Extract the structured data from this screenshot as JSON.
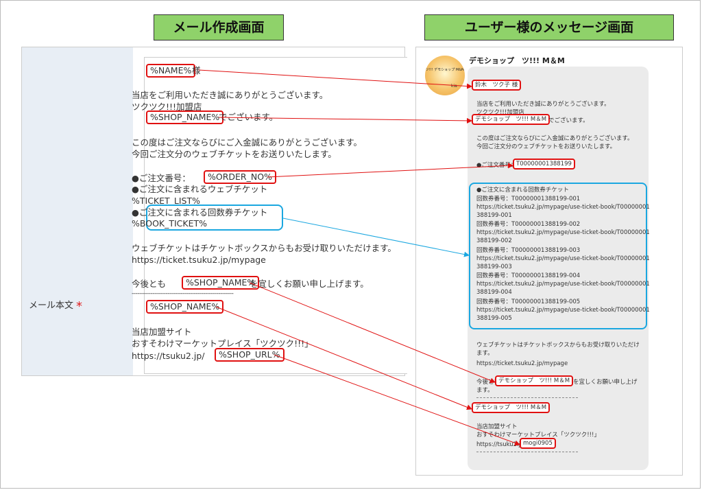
{
  "titles": {
    "left": "メール作成画面",
    "right": "ユーザー様のメッセージ画面"
  },
  "left": {
    "field_label": "メール本文",
    "required_mark": "*",
    "name_var": "%NAME%",
    "name_suffix": "様",
    "l2": "当店をご利用いただき誠にありがとうございます。",
    "l3": "ツクツク!!!加盟店",
    "shop_var": "%SHOP_NAME%",
    "shop_suffix": "でございます。",
    "l5": "この度はご注文ならびにご入金誠にありがとうございます。",
    "l6": "今回ご注文分のウェブチケットをお送りいたします。",
    "order_prefix": "●ご注文番号：",
    "order_var": "%ORDER_NO%",
    "l8": "●ご注文に含まれるウェブチケット",
    "l9": "%TICKET_LIST%",
    "l10": "●ご注文に含まれる回数券チケット",
    "l11": "%BOOK_TICKET%",
    "l12": "ウェブチケットはチケットボックスからもお受け取りいただけます。",
    "l13": "https://ticket.tsuku2.jp/mypage",
    "closing_prefix": "今後とも",
    "closing_var": "%SHOP_NAME%",
    "closing_suffix": "を宜しくお願い申し上げます。",
    "dashes": "------------------------------------------------------",
    "sig_shop": "%SHOP_NAME%",
    "l16": "当店加盟サイト",
    "l17": "おすそわけマーケットプレイス「ツクツク!!!」",
    "url_prefix": "https://tsuku2.jp/",
    "url_var": "%SHOP_URL%"
  },
  "right": {
    "shop_name": "デモショップ　ツ!!! M＆M",
    "avatar_text": "ツ!!! デモショップ M&M",
    "avatar_sign": "kia",
    "name": "鈴木　ツク子 様",
    "r2": "当店をご利用いただき誠にありがとうございます。",
    "r3": "ツクツク!!!加盟店",
    "shop_value": "デモショップ　ツ!!! M＆M",
    "shop_suffix": "でございます。",
    "r5": "この度はご注文ならびにご入金誠にありがとうございます。",
    "r6": "今回ご注文分のウェブチケットをお送りいたします。",
    "order_prefix": "●ご注文番号：",
    "order_value": "T00000001388199",
    "book_title": "●ご注文に含まれる回数券チケット",
    "tickets": [
      {
        "no": "回数券番号：T00000001388199-001",
        "url1": "https://ticket.tsuku2.jp/mypage/use-ticket-book/T00000001",
        "url2": "388199-001"
      },
      {
        "no": "回数券番号：T00000001388199-002",
        "url1": "https://ticket.tsuku2.jp/mypage/use-ticket-book/T00000001",
        "url2": "388199-002"
      },
      {
        "no": "回数券番号：T00000001388199-003",
        "url1": "https://ticket.tsuku2.jp/mypage/use-ticket-book/T00000001",
        "url2": "388199-003"
      },
      {
        "no": "回数券番号：T00000001388199-004",
        "url1": "https://ticket.tsuku2.jp/mypage/use-ticket-book/T00000001",
        "url2": "388199-004"
      },
      {
        "no": "回数券番号：T00000001388199-005",
        "url1": "https://ticket.tsuku2.jp/mypage/use-ticket-book/T00000001",
        "url2": "388199-005"
      }
    ],
    "r12a": "ウェブチケットはチケットボックスからもお受け取りいただけ",
    "r12b": "ます。",
    "r13": "https://ticket.tsuku2.jp/mypage",
    "closing_prefix": "今後とも",
    "closing_value": "デモショップ　ツ!!! M＆M",
    "closing_suffix": "を宜しくお願い申し上げ",
    "closing_end": "ます。",
    "sig_shop": "デモショップ　ツ!!! M＆M",
    "r16": "当店加盟サイト",
    "r17": "おすそわけマーケットプレイス「ツクツク!!!」",
    "url_prefix": "https://tsuku2.jp/",
    "url_value": "mogi0905"
  },
  "colors": {
    "highlight": "#e01010",
    "highlight_blue": "#1aa7e0",
    "title_bg": "#8fd26a",
    "label_col": "#e8eef5",
    "bubble": "#ebebeb"
  }
}
